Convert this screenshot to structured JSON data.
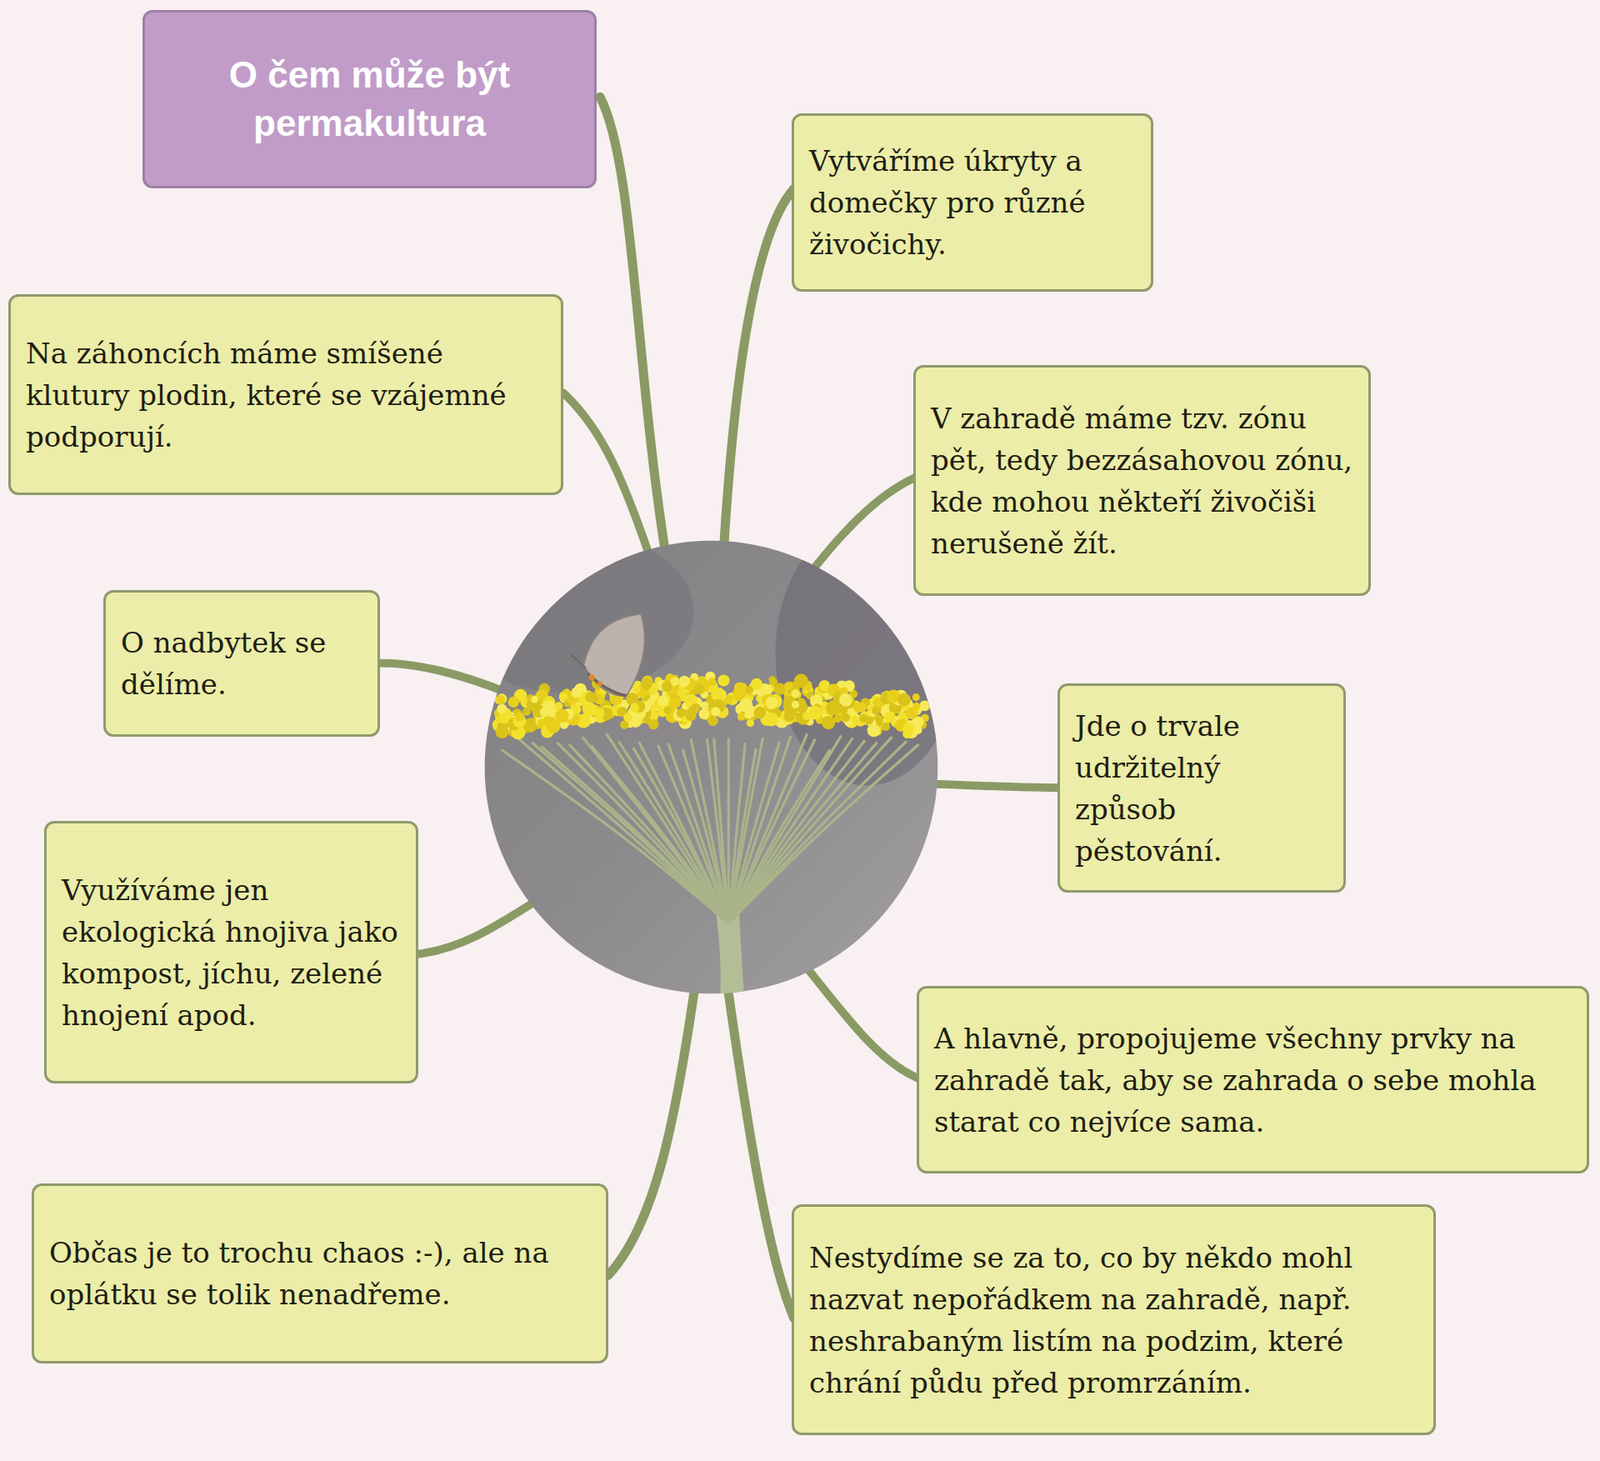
{
  "diagram": {
    "nodes": [
      {
        "text": [
          "O čem může být permakultura"
        ]
      },
      {
        "text": [
          "Vytváříme úkryty a domečky pro různé živočichy."
        ]
      },
      {
        "text": [
          "Na záhoncích máme smíšené klutury plodin, které se vzájemné podporují."
        ]
      },
      {
        "text": [
          "V zahradě máme tzv. zónu pět, tedy bezzásahovou zónu, kde mohou někteří živočiši nerušeně žít."
        ]
      },
      {
        "text": [
          "O nadbytek se dělíme."
        ]
      },
      {
        "text": [
          "Jde o trvale udržitelný způsob pěstování."
        ]
      },
      {
        "text": [
          "Využíváme jen ekologická hnojiva jako kompost, jíchu, zelené hnojení apod."
        ]
      },
      {
        "text": [
          "A hlavně, propojujeme všechny prvky na zahradě tak, aby se zahrada o sebe mohla starat co nejvíce sama."
        ]
      },
      {
        "text": [
          "Občas je to trochu chaos :-), ale na oplátku se tolik nenadřeme."
        ]
      },
      {
        "text": [
          "Nestydíme se za to, co by někdo mohl nazvat nepořádkem na zahradě, např. neshrabaným listím na podzim, které chrání půdu před promrzáním."
        ]
      }
    ]
  }
}
